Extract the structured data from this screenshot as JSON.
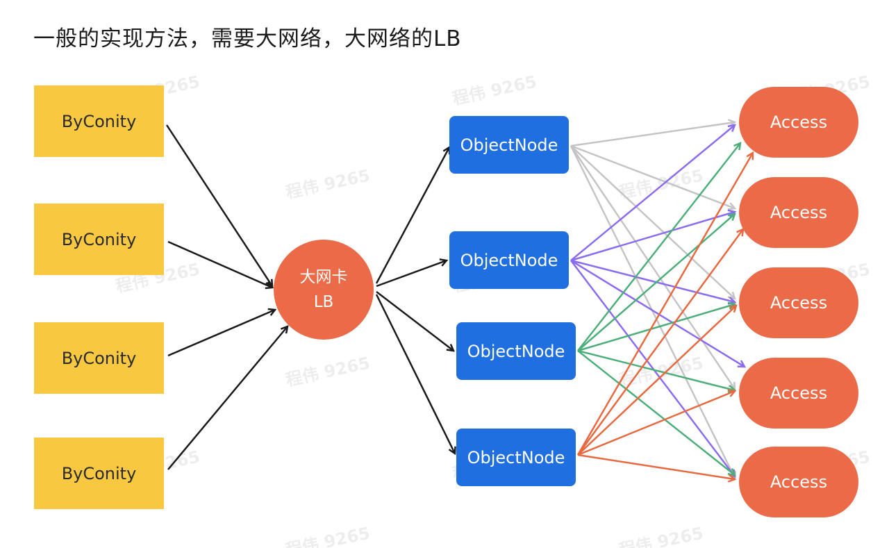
{
  "title": "一般的实现方法，需要大网络，大网络的LB",
  "watermark": "程伟 9265",
  "byconity": [
    "ByConity",
    "ByConity",
    "ByConity",
    "ByConity"
  ],
  "lb": {
    "line1": "大网卡",
    "line2": "LB"
  },
  "objectnodes": [
    "ObjectNode",
    "ObjectNode",
    "ObjectNode",
    "ObjectNode"
  ],
  "access": [
    "Access",
    "Access",
    "Access",
    "Access",
    "Access"
  ],
  "colors": {
    "byconity": "#f8c940",
    "objectnode": "#1f6fe0",
    "access": "#eb6a47",
    "arrow_dark": "#1a1a1a",
    "arrow_gray": "#c4c4c4",
    "arrow_purple": "#8b6cf0",
    "arrow_green": "#4caf7a",
    "arrow_orange": "#e8683f"
  }
}
